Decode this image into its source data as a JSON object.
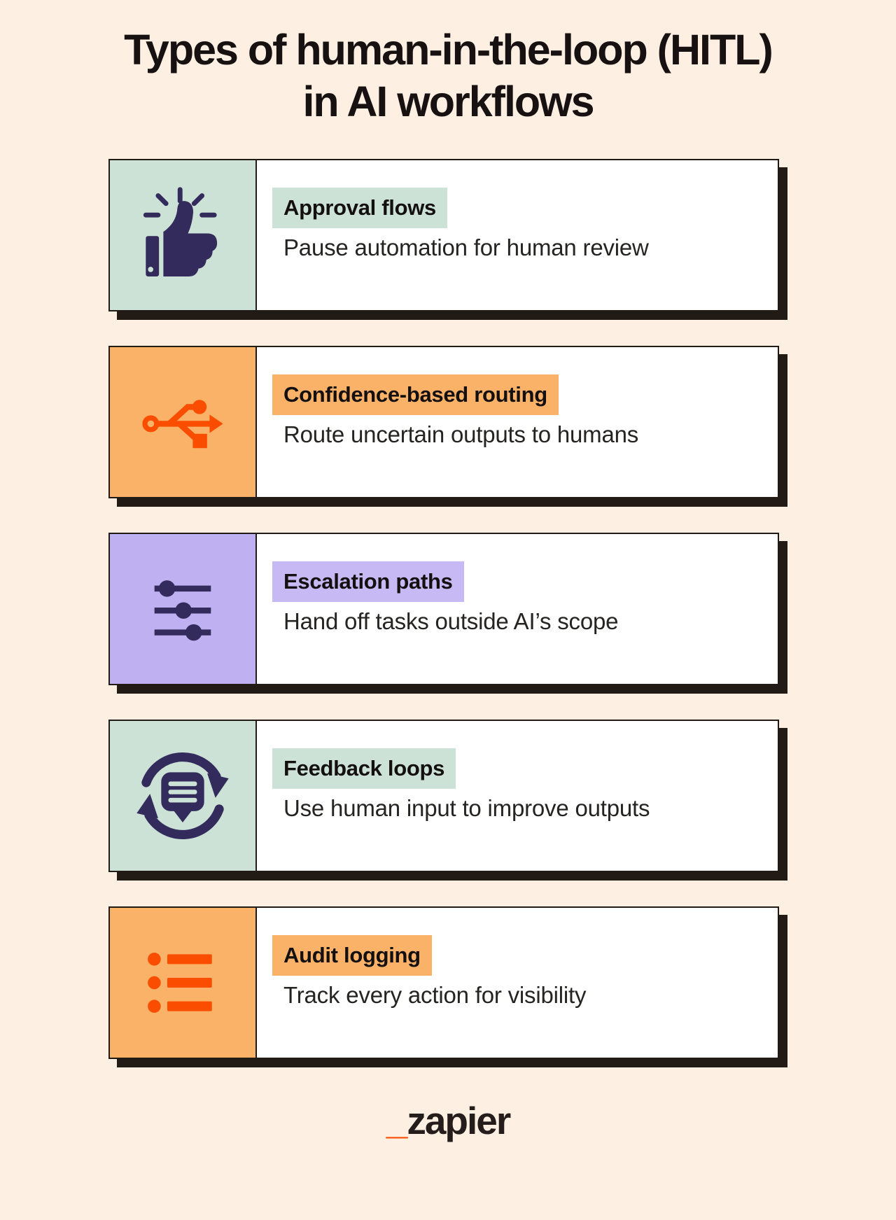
{
  "title": {
    "line1": "Types of human-in-the-loop (HITL)",
    "line2": "in AI workflows"
  },
  "cards": [
    {
      "title": "Approval flows",
      "description": "Pause automation for human review",
      "icon": "thumbs-up-burst-icon",
      "panel_color": "#CDE2D6",
      "highlight_color": "#CDE2D6",
      "icon_color": "#332B5C"
    },
    {
      "title": "Confidence-based routing",
      "description": "Route uncertain outputs to humans",
      "icon": "usb-branch-icon",
      "panel_color": "#F9B267",
      "highlight_color": "#F9B267",
      "icon_color": "#FB4D00"
    },
    {
      "title": "Escalation paths",
      "description": "Hand off tasks outside AI’s scope",
      "icon": "sliders-icon",
      "panel_color": "#BFB0F1",
      "highlight_color": "#C7B9F4",
      "icon_color": "#332B5C"
    },
    {
      "title": "Feedback loops",
      "description": "Use human input to improve outputs",
      "icon": "feedback-cycle-icon",
      "panel_color": "#CDE2D6",
      "highlight_color": "#CDE2D6",
      "icon_color": "#332B5C"
    },
    {
      "title": "Audit logging",
      "description": "Track every action for visibility",
      "icon": "bullet-list-icon",
      "panel_color": "#F9B267",
      "highlight_color": "#F9B267",
      "icon_color": "#FB4D00"
    }
  ],
  "footer": {
    "underscore": "_",
    "brand": "zapier"
  },
  "colors": {
    "background": "#FDF0E3",
    "card_background": "#FFFFFF",
    "border_and_shadow": "#221B15",
    "mint": "#CDE2D6",
    "orange_panel": "#F9B267",
    "purple_panel": "#BFB0F1",
    "purple_highlight": "#C7B9F4",
    "navy_icon": "#332B5C",
    "orange_icon": "#FB4D00",
    "title_text": "#171111"
  }
}
